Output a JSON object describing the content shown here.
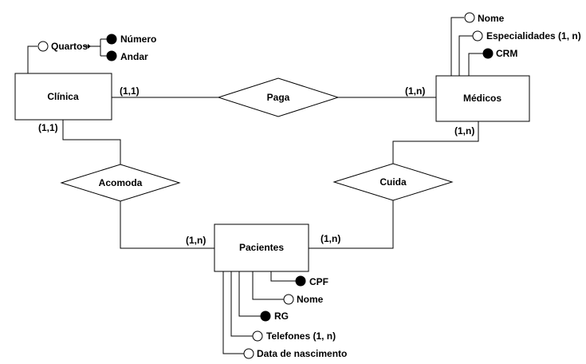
{
  "colors": {
    "stroke": "#000000",
    "background": "#ffffff",
    "key_fill": "#000000",
    "attr_fill": "#ffffff"
  },
  "entities": {
    "clinica": "Clínica",
    "medicos": "Médicos",
    "pacientes": "Pacientes"
  },
  "relationships": {
    "paga": "Paga",
    "acomoda": "Acomoda",
    "cuida": "Cuida"
  },
  "cardinalities": {
    "clinica_paga": "(1,1)",
    "medicos_paga": "(1,n)",
    "clinica_acomoda": "(1,1)",
    "pacientes_acomoda": "(1,n)",
    "medicos_cuida": "(1,n)",
    "pacientes_cuida": "(1,n)"
  },
  "attributes": {
    "quartos": "Quartos",
    "numero": "Número",
    "andar": "Andar",
    "medicos_nome": "Nome",
    "especialidades": "Especialidades (1, n)",
    "crm": "CRM",
    "cpf": "CPF",
    "pacientes_nome": "Nome",
    "rg": "RG",
    "telefones": "Telefones (1, n)",
    "data_nascimento": "Data de nascimento"
  }
}
